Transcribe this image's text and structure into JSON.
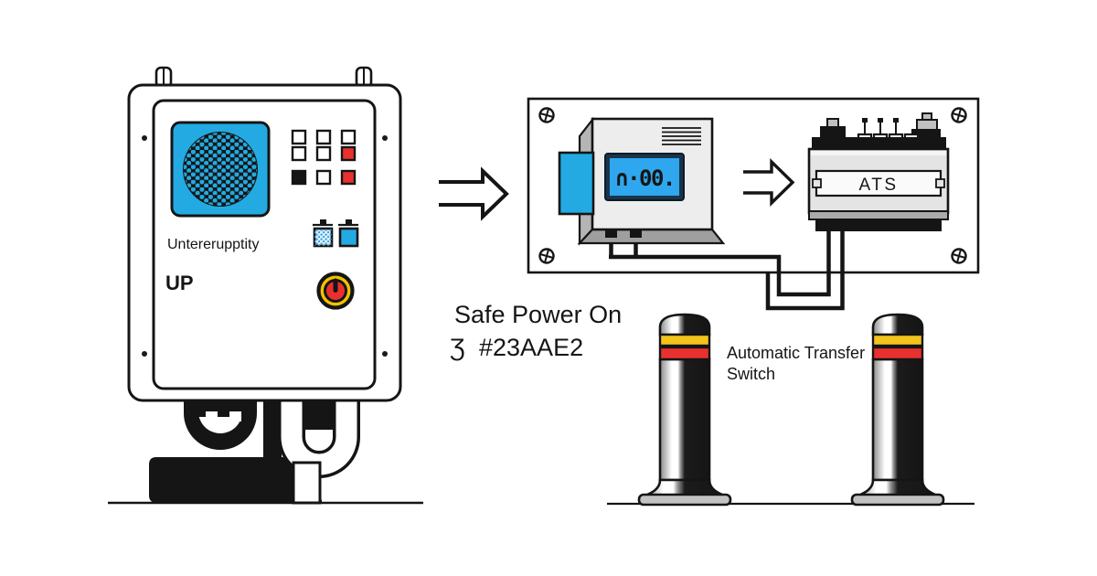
{
  "colors": {
    "ink": "#151515",
    "accent_blue": "#23aae2",
    "accent_red": "#e8312f",
    "accent_yellow": "#f2c200",
    "band_yellow": "#f2c41c"
  },
  "ups_unit": {
    "label": "Untererupptity",
    "short_label": "UP",
    "speaker_fill": "#23aae2",
    "button_fills": [
      "#ffffff",
      "#ffffff",
      "#ffffff",
      "#ffffff",
      "#ffffff",
      "#e8312f",
      "#151515",
      "#ffffff",
      "#e8312f"
    ],
    "indicator_dotted_fill": "#d9edfa",
    "indicator_solid_fill": "#23aae2",
    "power_ring_fill": "#f2c200",
    "power_core_fill": "#e8312f"
  },
  "caption": {
    "line1": "Safe Power On",
    "line2_glyph": "Ʒ",
    "line2_code": "#23AAE2"
  },
  "meter": {
    "display_value": "∩·00.",
    "screen_fill": "#2fa7ee",
    "side_tab_fill": "#23aae2"
  },
  "ats": {
    "label": "ATS"
  },
  "ats_caption": {
    "line1": "Automatic Transfer",
    "line2": "Switch"
  },
  "bollards": {
    "count": 2,
    "band_yellow_fill": "#f2c41c",
    "band_red_fill": "#e8312f"
  },
  "icons": {
    "right-arrow-icon": "hollow right arrow",
    "phillips-screw-icon": "circle with cross",
    "power-button-icon": "circle with vertical bar",
    "speaker-grille-icon": "honeycomb dot circle"
  }
}
